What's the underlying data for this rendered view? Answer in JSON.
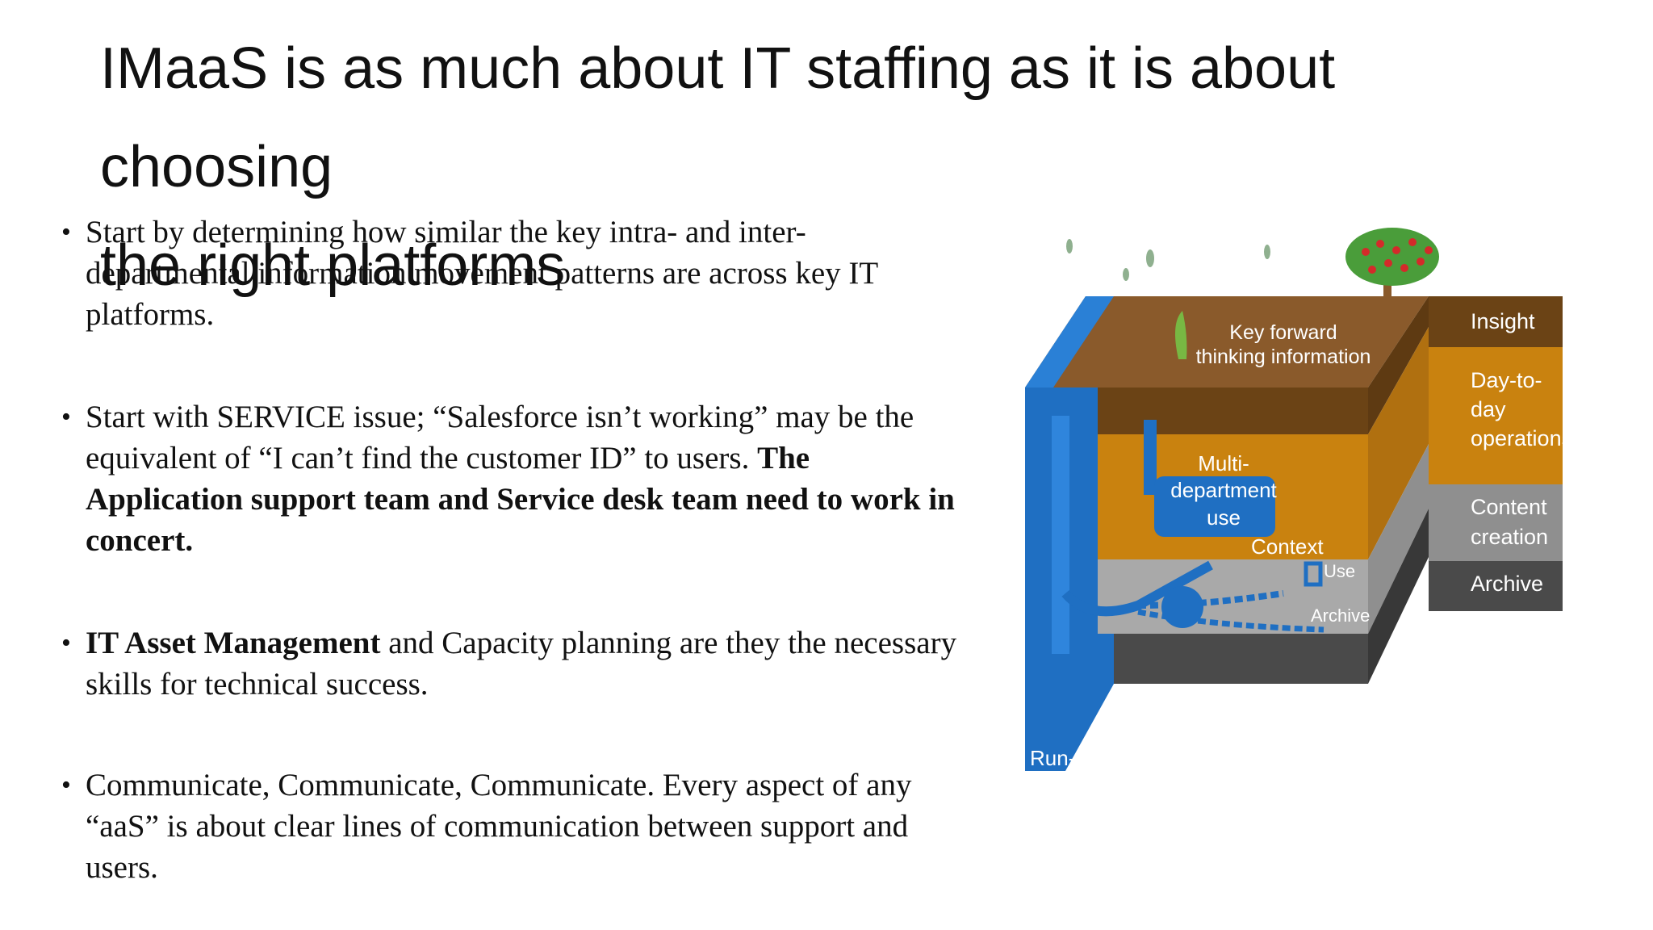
{
  "slide": {
    "title_line1": "IMaaS is as much about IT staffing as it is about choosing",
    "title_line2": "the right platforms",
    "bullets": [
      {
        "text": "Start by determining how similar the key intra- and inter-departmental information movement patterns are across key IT platforms."
      },
      {
        "text": "Start with SERVICE issue; “Salesforce isn’t working” may be the equivalent of “I can’t find the customer ID” to users. ",
        "bold": "The Application support team and Service desk team need to work in concert."
      },
      {
        "bold_lead": "IT Asset Management",
        "text": " and Capacity planning are they the necessary skills for technical success."
      },
      {
        "text": "Communicate, Communicate, Communicate. Every aspect of any “aaS” is about clear lines of communication between support and users."
      }
    ]
  },
  "diagram": {
    "top_label_line1": "Key forward",
    "top_label_line2": "thinking information",
    "layers": {
      "insight": "Insight",
      "dayday_line1": "Day-to-",
      "dayday_line2": "day",
      "dayday_line3": "operations",
      "content_line1": "Content",
      "content_line2": "creation",
      "archive": "Archive"
    },
    "inner": {
      "multi_line1": "Multi-",
      "multi_line2": "department",
      "multi_line3": "use",
      "context": "Context",
      "use": "Use",
      "archive": "Archive",
      "runoff": "Run-off"
    },
    "colors": {
      "brown_top": "#8a5a2b",
      "brown_dark": "#6b4315",
      "orange": "#c9820f",
      "grey_light": "#a9a9a9",
      "grey_dark": "#4a4a4a",
      "blue": "#1f6fc2",
      "tree_green": "#4a9d3a",
      "apple_red": "#d42a2a"
    }
  }
}
